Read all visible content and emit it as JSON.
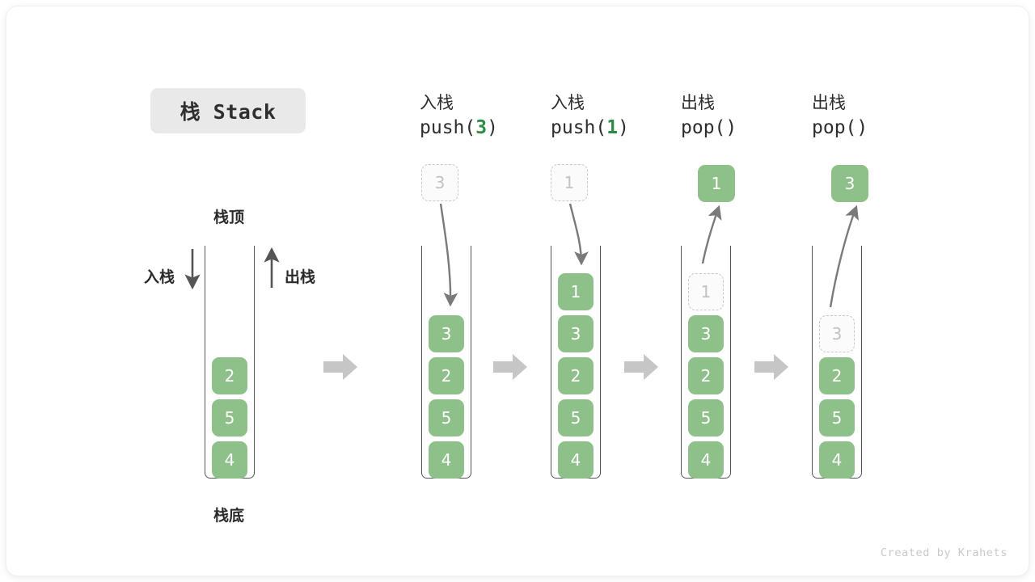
{
  "title": {
    "text": "栈 Stack"
  },
  "labels": {
    "top": "栈顶",
    "bottom": "栈底",
    "push_side": "入栈",
    "pop_side": "出栈"
  },
  "colors": {
    "cell_green": "#8ec08a",
    "code_number_green": "#2e8b43",
    "ghost_border": "#c9c9c9",
    "ghost_text": "#c2c2c2",
    "tube_stroke": "#555555",
    "arrow_gray": "#7a7a7a",
    "step_arrow_gray": "#c6c6c6",
    "chip_bg": "#e9e9e9",
    "text": "#2d2d2d"
  },
  "footer": {
    "text": "Created by Krahets"
  },
  "steps": [
    {
      "id": "initial",
      "op_cn": "",
      "op_code": "",
      "op_code_num": "",
      "float_box": null,
      "cells": [
        "2",
        "5",
        "4"
      ],
      "ghost_index": -1,
      "arrow": "none"
    },
    {
      "id": "push-3",
      "op_cn": "入栈",
      "op_code_pre": "push(",
      "op_code_num": "3",
      "op_code_post": ")",
      "float_box": {
        "value": "3",
        "style": "ghost"
      },
      "cells": [
        "3",
        "2",
        "5",
        "4"
      ],
      "ghost_index": -1,
      "arrow": "down"
    },
    {
      "id": "push-1",
      "op_cn": "入栈",
      "op_code_pre": "push(",
      "op_code_num": "1",
      "op_code_post": ")",
      "float_box": {
        "value": "1",
        "style": "ghost"
      },
      "cells": [
        "1",
        "3",
        "2",
        "5",
        "4"
      ],
      "ghost_index": -1,
      "arrow": "down"
    },
    {
      "id": "pop-1",
      "op_cn": "出栈",
      "op_code_pre": "pop(",
      "op_code_num": "",
      "op_code_post": ")",
      "float_box": {
        "value": "1",
        "style": "solid"
      },
      "cells": [
        "1",
        "3",
        "2",
        "5",
        "4"
      ],
      "ghost_index": 0,
      "arrow": "up"
    },
    {
      "id": "pop-3",
      "op_cn": "出栈",
      "op_code_pre": "pop(",
      "op_code_num": "",
      "op_code_post": ")",
      "float_box": {
        "value": "3",
        "style": "solid"
      },
      "cells": [
        "3",
        "2",
        "5",
        "4"
      ],
      "ghost_index": 0,
      "arrow": "up-long"
    }
  ],
  "step_arrows": [
    {
      "id": "sep-1"
    },
    {
      "id": "sep-2"
    },
    {
      "id": "sep-3"
    },
    {
      "id": "sep-4"
    }
  ]
}
